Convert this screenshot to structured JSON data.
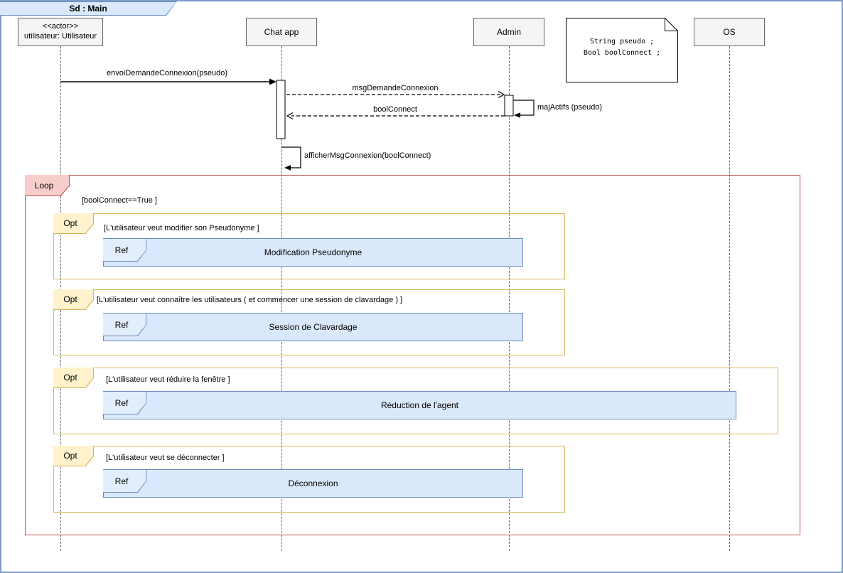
{
  "diagram": {
    "title": "Sd : Main"
  },
  "lifelines": {
    "actor": {
      "stereotype": "<<actor>>",
      "name": "utilisateur: Utilisateur"
    },
    "chat_app": {
      "name": "Chat app"
    },
    "admin": {
      "name": "Admin"
    },
    "os": {
      "name": "OS"
    }
  },
  "note": {
    "line1": "String pseudo ;",
    "line2": "Bool boolConnect ;"
  },
  "messages": {
    "envoi": "envoiDemandeConnexion(pseudo)",
    "msg_demande": "msgDemandeConnexion",
    "bool_connect": "boolConnect",
    "maj_actifs": "majActifs (pseudo)",
    "afficher": "afficherMsgConnexion(boolConnect)"
  },
  "loop": {
    "label": "Loop",
    "guard": "[boolConnect==True ]"
  },
  "opts": [
    {
      "label": "Opt",
      "guard": "[L'utilisateur veut modifier son Pseudonyme ]",
      "ref_label": "Ref",
      "ref_title": "Modification Pseudonyme"
    },
    {
      "label": "Opt",
      "guard": "[L'utilisateur veut connaître les utilisateurs ( et commencer une session de clavardage ) ]",
      "ref_label": "Ref",
      "ref_title": "Session de Clavardage"
    },
    {
      "label": "Opt",
      "guard": "[L'utilisateur veut réduire la fenêtre ]",
      "ref_label": "Ref",
      "ref_title": "Réduction de l'agent"
    },
    {
      "label": "Opt",
      "guard": "[L'utilisateur veut se déconnecter ]",
      "ref_label": "Ref",
      "ref_title": "Déconnexion"
    }
  ],
  "colors": {
    "page_border": "#7c9dc7",
    "tab_fill": "#dae8fc",
    "tab_border": "#6c8ebf",
    "loop_fill": "#f8cecc",
    "loop_border": "#b85450",
    "opt_fill": "#fff2cc",
    "opt_border": "#d6b656",
    "ref_fill": "#dae8fc",
    "ref_border": "#6c8ebf",
    "box_fill": "#f5f5f5",
    "box_border": "#666666"
  }
}
